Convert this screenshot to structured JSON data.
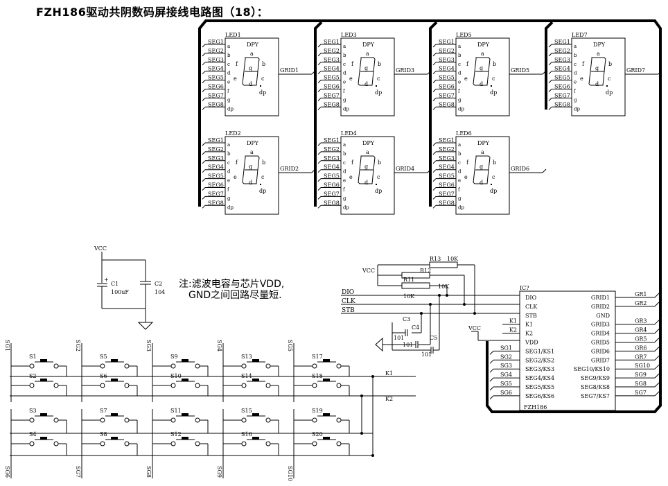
{
  "title": "FZH186驱动共阴数码屏接线电路图（18）：",
  "note": [
    "注:滤波电容与芯片VDD,",
    "GND之间回路尽量短."
  ],
  "led_module": {
    "inner_label": "DPY",
    "seg_pins": [
      "SEG1",
      "SEG2",
      "SEG3",
      "SEG4",
      "SEG5",
      "SEG6",
      "SEG7",
      "SEG8"
    ],
    "seg_letters": [
      "a",
      "b",
      "c",
      "d",
      "e",
      "f",
      "g",
      "dp"
    ],
    "digit_labels": {
      "a": "a",
      "b": "b",
      "c": "c",
      "d": "d",
      "e": "e",
      "f": "f",
      "g": "g",
      "dp": "dp"
    }
  },
  "leds": [
    {
      "name": "LED1",
      "grid": "GRID1"
    },
    {
      "name": "LED2",
      "grid": "GRID2"
    },
    {
      "name": "LED3",
      "grid": "GRID3"
    },
    {
      "name": "LED4",
      "grid": "GRID4"
    },
    {
      "name": "LED5",
      "grid": "GRID5"
    },
    {
      "name": "LED6",
      "grid": "GRID6"
    },
    {
      "name": "LED7",
      "grid": "GRID7"
    }
  ],
  "ic": {
    "ref": "IC?",
    "part": "FZH186",
    "left_pins": [
      "DIO",
      "CLK",
      "STB",
      "K1",
      "K2",
      "VDD",
      "SEG1/KS1",
      "SEG2/KS2",
      "SEG3/KS3",
      "SEG4/KS4",
      "SEG5/KS5",
      "SEG6/KS6"
    ],
    "right_pins": [
      "GRID1",
      "GRID2",
      "GND",
      "GRID3",
      "GRID4",
      "GRID5",
      "GRID6",
      "GRID7",
      "SEG10/KS10",
      "SEG9/KS9",
      "SEG8/KS8",
      "SEG7/KS7"
    ],
    "right_nets": [
      "GR1",
      "GR2",
      "",
      "GR3",
      "GR4",
      "GR5",
      "GR6",
      "GR7",
      "SG10",
      "SG9",
      "SG8",
      "SG7"
    ],
    "left_nets": [
      "",
      "",
      "",
      "K1",
      "K2",
      "",
      "SG1",
      "SG2",
      "SG3",
      "SG4",
      "SG5",
      "SG6"
    ]
  },
  "signals": {
    "dio": "DIO",
    "clk": "CLK",
    "stb": "STB",
    "vcc": "VCC"
  },
  "resistors": [
    {
      "ref": "R13",
      "value": "10K"
    },
    {
      "ref": "R12",
      "value": "10K"
    },
    {
      "ref": "R11",
      "value": "10K"
    }
  ],
  "caps_small": [
    {
      "ref": "C3",
      "value": "101"
    },
    {
      "ref": "C4",
      "value": "101"
    },
    {
      "ref": "C5",
      "value": "101"
    }
  ],
  "caps_filter": [
    {
      "ref": "C1",
      "value": "100uF"
    },
    {
      "ref": "C2",
      "value": "104"
    }
  ],
  "vcc_label": "VCC",
  "switch_rows": [
    [
      "S1",
      "S5",
      "S9",
      "S13",
      "S17"
    ],
    [
      "S2",
      "S6",
      "S10",
      "S14",
      "S18"
    ],
    [
      "S3",
      "S7",
      "S11",
      "S15",
      "S19"
    ],
    [
      "S4",
      "S8",
      "S12",
      "S16",
      "S20"
    ]
  ],
  "switch_cols_top": [
    "SG1",
    "SG2",
    "SG3",
    "SG4",
    "SG5"
  ],
  "switch_cols_bottom": [
    "SG6",
    "SG7",
    "SG8",
    "SG9",
    "SG10"
  ],
  "key_lines": [
    "K1",
    "K2"
  ]
}
